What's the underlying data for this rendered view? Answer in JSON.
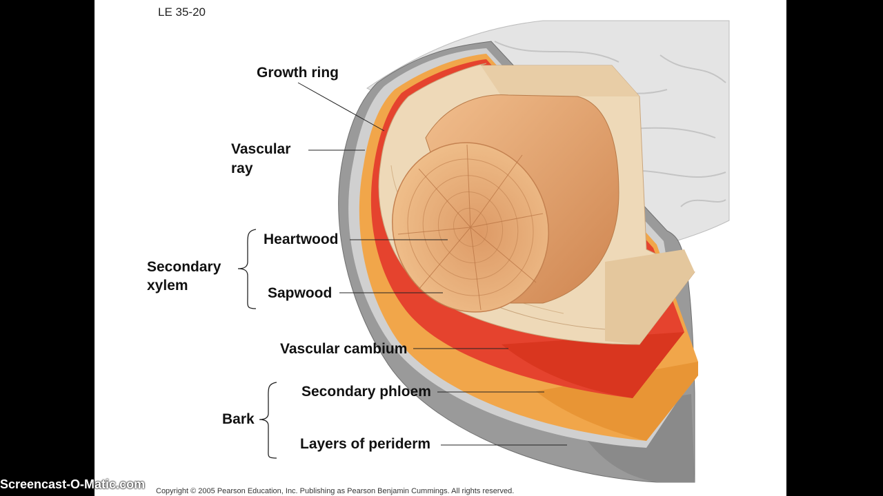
{
  "slide": {
    "figure_id": "LE 35-20",
    "copyright": "Copyright © 2005 Pearson Education, Inc. Publishing as Pearson Benjamin Cummings. All rights reserved."
  },
  "labels": {
    "growth_ring": "Growth ring",
    "vascular_ray_line1": "Vascular",
    "vascular_ray_line2": "ray",
    "heartwood": "Heartwood",
    "sapwood": "Sapwood",
    "secondary_xylem_line1": "Secondary",
    "secondary_xylem_line2": "xylem",
    "vascular_cambium": "Vascular cambium",
    "secondary_phloem": "Secondary phloem",
    "bark": "Bark",
    "layers_of_periderm": "Layers of periderm"
  },
  "watermark": "Screencast-O-Matic.com",
  "colors": {
    "outer_bark": "#e4e4e4",
    "periderm": "#9a9a9a",
    "phloem": "#f1a64a",
    "cambium": "#e5432e",
    "sapwood": "#eed9b8",
    "heartwood": "#e0a06a",
    "letterbox": "#000000"
  }
}
